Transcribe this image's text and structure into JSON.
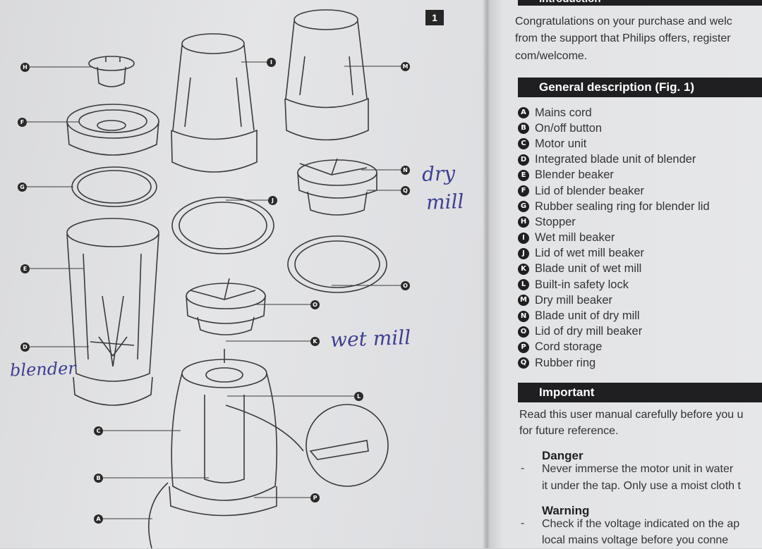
{
  "figure": {
    "number": "1",
    "callouts": [
      "H",
      "F",
      "G",
      "E",
      "D",
      "C",
      "B",
      "A",
      "I",
      "J",
      "K",
      "L",
      "M",
      "N",
      "Q",
      "O",
      "P"
    ],
    "annotations": [
      "dry",
      "mill",
      "wet mill",
      "blender"
    ]
  },
  "manual": {
    "intro_heading": "Introduction",
    "intro_lines": [
      "Congratulations on your purchase and welc",
      "from the support that Philips offers, register",
      "com/welcome."
    ],
    "general_heading": "General description (Fig. 1)",
    "parts": [
      {
        "letter": "A",
        "label": "Mains cord"
      },
      {
        "letter": "B",
        "label": "On/off button"
      },
      {
        "letter": "C",
        "label": "Motor unit"
      },
      {
        "letter": "D",
        "label": "Integrated blade unit of blender"
      },
      {
        "letter": "E",
        "label": "Blender beaker"
      },
      {
        "letter": "F",
        "label": "Lid of blender beaker"
      },
      {
        "letter": "G",
        "label": "Rubber sealing ring for blender lid"
      },
      {
        "letter": "H",
        "label": "Stopper"
      },
      {
        "letter": "I",
        "label": "Wet mill beaker"
      },
      {
        "letter": "J",
        "label": "Lid of wet mill beaker"
      },
      {
        "letter": "K",
        "label": "Blade unit of wet mill"
      },
      {
        "letter": "L",
        "label": "Built-in safety lock"
      },
      {
        "letter": "M",
        "label": "Dry mill beaker"
      },
      {
        "letter": "N",
        "label": "Blade unit of dry mill"
      },
      {
        "letter": "O",
        "label": "Lid of dry mill beaker"
      },
      {
        "letter": "P",
        "label": "Cord storage"
      },
      {
        "letter": "Q",
        "label": "Rubber ring"
      }
    ],
    "important_heading": "Important",
    "important_lines": [
      "Read this user manual carefully before you u",
      "for future reference."
    ],
    "danger_heading": "Danger",
    "danger_lines": [
      "Never immerse the motor unit in water",
      "it under the tap. Only use a moist cloth t"
    ],
    "warning_heading": "Warning",
    "warning_lines": [
      "Check if the voltage indicated on the ap",
      "local mains voltage before you conne"
    ],
    "bullet": "-"
  },
  "colors": {
    "ink": "#2a2a2a",
    "pen": "#3e3f8f",
    "paper": "#e3e4e6"
  }
}
